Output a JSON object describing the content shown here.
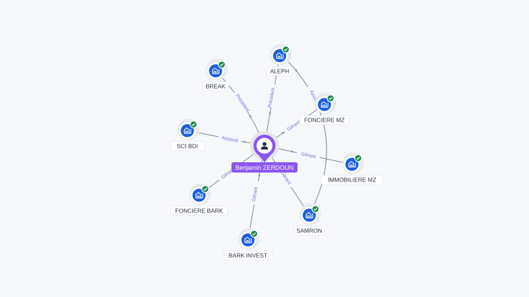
{
  "center": {
    "name": "Benjamin ZERDOUN",
    "icon": "person-icon",
    "color": "#8b56f0"
  },
  "nodes": [
    {
      "id": "break",
      "label": "BREAK",
      "icon": "company-icon",
      "verified": true
    },
    {
      "id": "aleph",
      "label": "ALEPH",
      "icon": "company-icon",
      "verified": true
    },
    {
      "id": "fonciere-mz",
      "label": "FONCIERE MZ",
      "icon": "company-icon",
      "verified": true
    },
    {
      "id": "sci-bdi",
      "label": "SCI BDI",
      "icon": "company-icon",
      "verified": true
    },
    {
      "id": "immobiliere-mz",
      "label": "IMMOBILIERE MZ",
      "icon": "company-icon",
      "verified": true
    },
    {
      "id": "fonciere-bark",
      "label": "FONCIERE BARK",
      "icon": "company-icon",
      "verified": true
    },
    {
      "id": "samron",
      "label": "SAMRON",
      "icon": "company-icon",
      "verified": true
    },
    {
      "id": "bark-invest",
      "label": "BARK INVEST",
      "icon": "company-icon",
      "verified": true
    }
  ],
  "edges": [
    {
      "to": "break",
      "label": "Président"
    },
    {
      "to": "aleph",
      "label": "Président"
    },
    {
      "to": "fonciere-mz",
      "label": "Gérant"
    },
    {
      "to": "sci-bdi",
      "label": "Associé"
    },
    {
      "to": "immobiliere-mz",
      "label": "Gérant"
    },
    {
      "to": "fonciere-bark",
      "label": "Gérant"
    },
    {
      "to": "samron",
      "label": "Gérant"
    },
    {
      "to": "bark-invest",
      "label": "Gérant"
    },
    {
      "to": "samron",
      "label": "Associé"
    }
  ],
  "colors": {
    "company": "#1a5fe0",
    "verified": "#1a8a45",
    "edge": "#7d849a",
    "edge_label": "#7b6fd6"
  }
}
